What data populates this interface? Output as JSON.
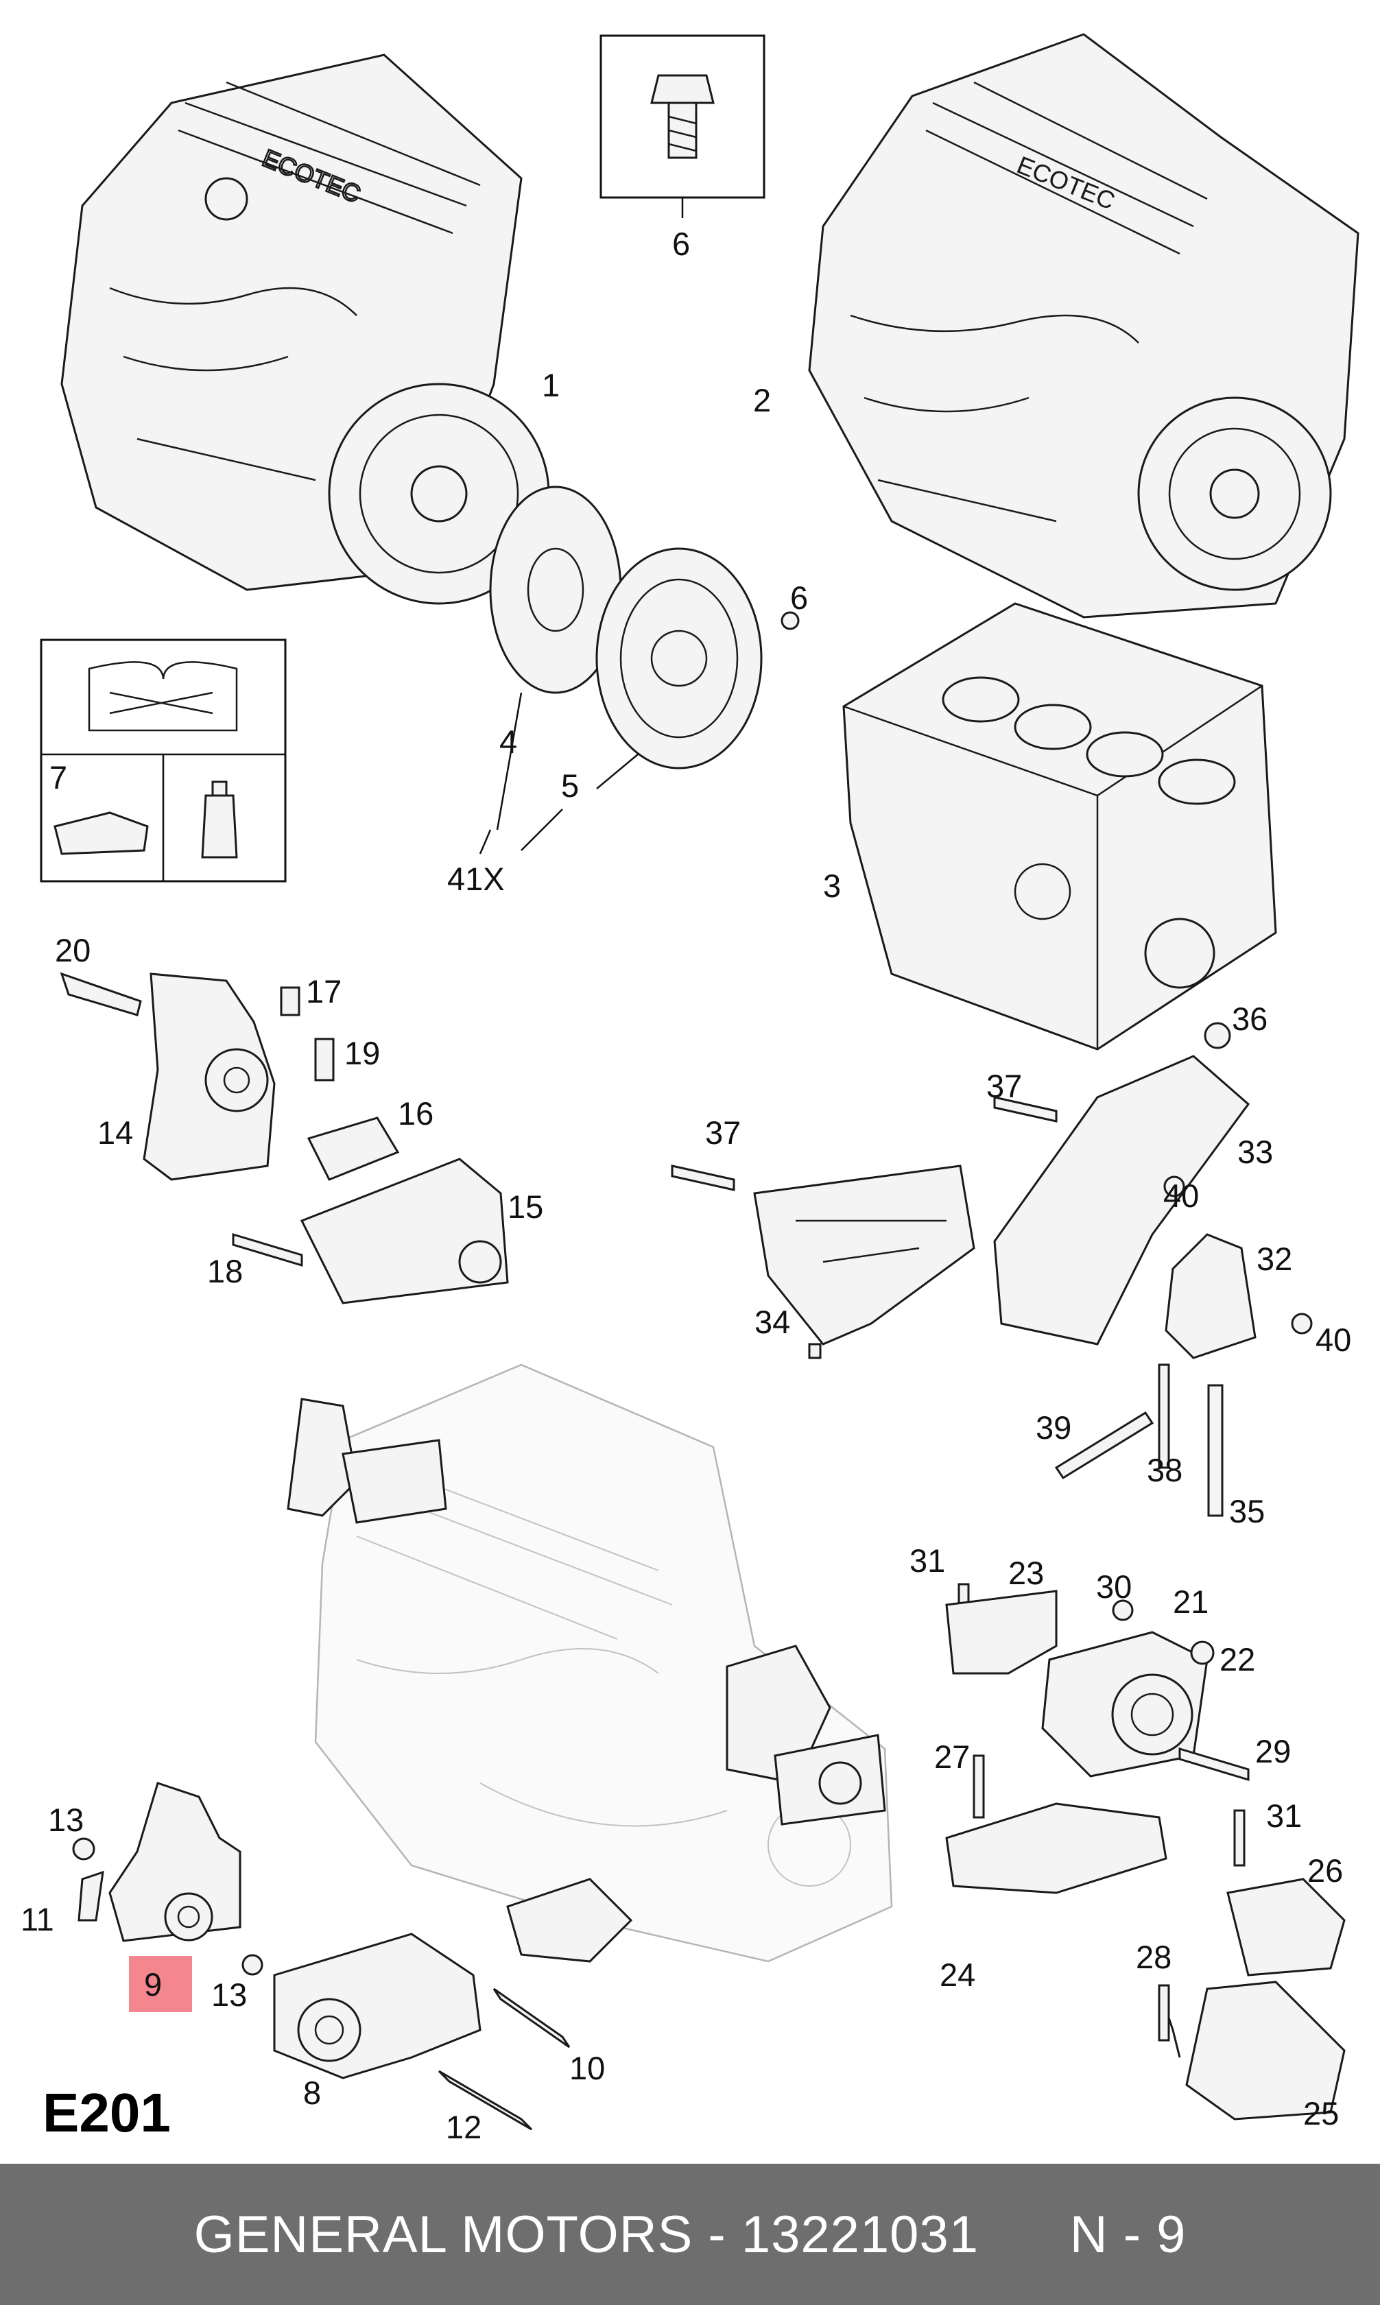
{
  "diagram": {
    "section_code": "E201",
    "highlighted_callout": "9",
    "footer": {
      "brand": "GENERAL MOTORS",
      "separator": " - ",
      "part_number": "13221031",
      "position": "N - 9"
    },
    "callouts": [
      "1",
      "2",
      "3",
      "4",
      "5",
      "6",
      "6",
      "7",
      "8",
      "9",
      "10",
      "11",
      "12",
      "13",
      "13",
      "14",
      "15",
      "16",
      "17",
      "18",
      "19",
      "20",
      "21",
      "22",
      "23",
      "24",
      "25",
      "26",
      "27",
      "28",
      "29",
      "30",
      "31",
      "31",
      "32",
      "33",
      "34",
      "35",
      "36",
      "37",
      "37",
      "38",
      "39",
      "40",
      "40",
      "41X"
    ],
    "colors": {
      "highlight": "#f3868f",
      "footer_bg": "#6e6e6e",
      "line": "#1a1a1a"
    }
  }
}
